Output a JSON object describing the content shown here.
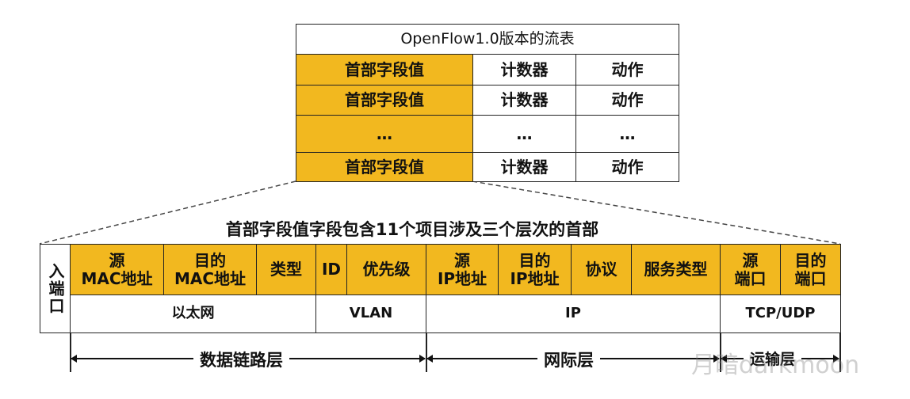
{
  "flow_table": {
    "title": "OpenFlow1.0版本的流表",
    "rows": [
      {
        "header": "首部字段值",
        "counter": "计数器",
        "action": "动作"
      },
      {
        "header": "首部字段值",
        "counter": "计数器",
        "action": "动作"
      },
      {
        "header": "…",
        "counter": "…",
        "action": "…"
      },
      {
        "header": "首部字段值",
        "counter": "计数器",
        "action": "动作"
      }
    ]
  },
  "caption": "首部字段值字段包含11个项目涉及三个层次的首部",
  "header_fields": {
    "in_port": "入端口",
    "fields": [
      "源\nMAC地址",
      "目的\nMAC地址",
      "类型",
      "ID",
      "优先级",
      "源\nIP地址",
      "目的\nIP地址",
      "协议",
      "服务类型",
      "源\n端口",
      "目的\n端口"
    ],
    "groups": [
      "以太网",
      "VLAN",
      "IP",
      "TCP/UDP"
    ]
  },
  "layers": [
    "数据链路层",
    "网际层",
    "运输层"
  ],
  "watermark": "月暗darkmoon",
  "colors": {
    "header_fill": "#F2B81F",
    "border": "#222222"
  }
}
